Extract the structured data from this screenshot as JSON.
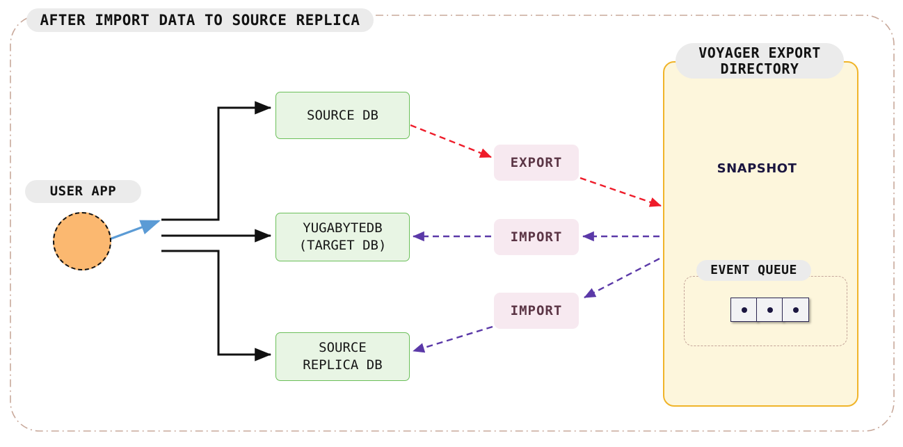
{
  "diagram": {
    "title": "AFTER IMPORT DATA TO SOURCE REPLICA",
    "outer_border_color": "#c8a89a",
    "accent_green": "#6bbf59",
    "accent_yellow": "#f0b429",
    "accent_red": "#ee1c2a",
    "accent_purple": "#5b39a8",
    "accent_blue": "#5b9bd5",
    "accent_orange": "#fbb870",
    "label_pink": "#f7e9f0"
  },
  "actors": {
    "user_app_label": "USER APP"
  },
  "databases": [
    {
      "id": "source-db",
      "label": "SOURCE DB"
    },
    {
      "id": "yugabytedb-target-db",
      "label": "YUGABYTEDB\n(TARGET DB)"
    },
    {
      "id": "source-replica-db",
      "label": "SOURCE\nREPLICA DB"
    }
  ],
  "edge_labels": [
    {
      "id": "export",
      "label": "EXPORT"
    },
    {
      "id": "import-target",
      "label": "IMPORT"
    },
    {
      "id": "import-replica",
      "label": "IMPORT"
    }
  ],
  "export_directory": {
    "title": "VOYAGER EXPORT\nDIRECTORY",
    "snapshot_label": "SNAPSHOT",
    "event_queue_label": "EVENT QUEUE",
    "event_queue_items": 3
  }
}
